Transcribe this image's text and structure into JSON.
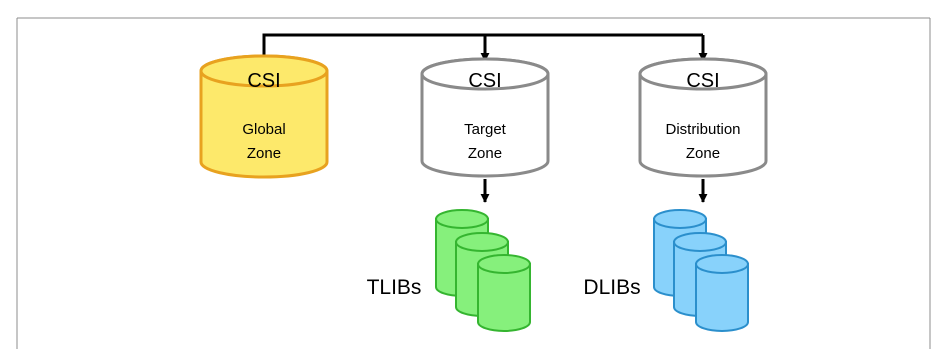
{
  "diagram": {
    "zones": [
      {
        "id": "global",
        "header": "CSI",
        "label_lines": [
          "Global",
          "Zone"
        ],
        "fill": "#fde96b",
        "stroke": "#e8a21f"
      },
      {
        "id": "target",
        "header": "CSI",
        "label_lines": [
          "Target",
          "Zone"
        ],
        "fill": "#ffffff",
        "stroke": "#8a8a8a"
      },
      {
        "id": "distribution",
        "header": "CSI",
        "label_lines": [
          "Distribution",
          "Zone"
        ],
        "fill": "#ffffff",
        "stroke": "#8a8a8a"
      }
    ],
    "libraries": [
      {
        "id": "tlibs",
        "label": "TLIBs",
        "fill": "#86f07c",
        "stroke": "#35b530"
      },
      {
        "id": "dlibs",
        "label": "DLIBs",
        "fill": "#88d2fb",
        "stroke": "#2b8fcc"
      }
    ],
    "connector_color": "#000000",
    "frame_color": "#8c8c8c"
  }
}
